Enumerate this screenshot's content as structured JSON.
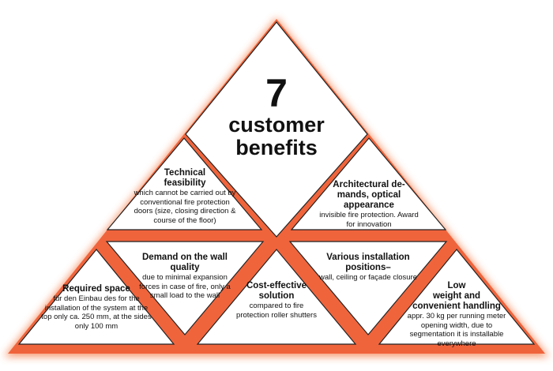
{
  "center": {
    "number": "7",
    "line1": "customer",
    "line2": "benefits"
  },
  "benefits": [
    {
      "id": "technical-feasibility",
      "title": "Technical\nfeasibility",
      "body": "which cannot be carried out by conventional fire protection doors (size, closing direction & course of the floor)"
    },
    {
      "id": "architectural-demands",
      "title": "Architectural de-\nmands, optical appearance",
      "body": "invisible fire protection. Award for innovation"
    },
    {
      "id": "wall-quality",
      "title": "Demand on the wall quality",
      "body": "due to minimal expansion forces in case of fire, only a small load to the wall"
    },
    {
      "id": "installation-positions",
      "title": "Various installation positions–",
      "body": "wall, ceiling or façade closure"
    },
    {
      "id": "required-space",
      "title": "Required space",
      "body": "für den Einbau des for the installation of the system at the top only ca. 250 mm, at the sides only 100 mm"
    },
    {
      "id": "cost-effective",
      "title": "Cost-effective\nsolution",
      "body": "compared to fire protection roller shutters"
    },
    {
      "id": "low-weight",
      "title": "Low\nweight and\nconvenient handling",
      "body": "appr. 30 kg per running meter opening width, due to segmentation it is installable everywhere"
    }
  ],
  "colors": {
    "border": "#f0643c",
    "glow": "#f7a27a",
    "fill": "#ffffff",
    "text": "#111111"
  }
}
